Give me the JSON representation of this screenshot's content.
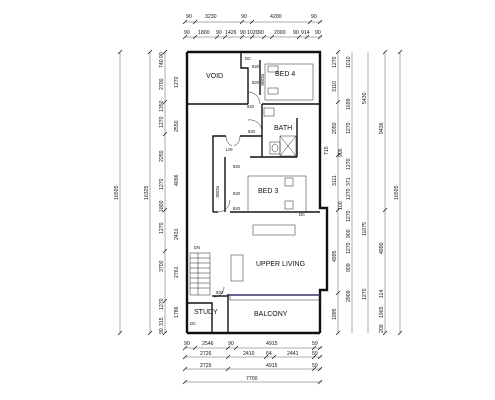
{
  "rooms": {
    "void": "VOID",
    "bed4": "BED 4",
    "bath": "BATH",
    "bed3": "BED 3",
    "upper_living": "UPPER LIVING",
    "study": "STUDY",
    "balcony": "BALCONY",
    "dn": "DN",
    "lin": "LIN",
    "robe1": "ROBE",
    "robe2": "ROBE",
    "dc1": "DC",
    "dc2": "DC",
    "dc3": "DC",
    "d820_1": "820",
    "d820_2": "820",
    "d820_3": "820",
    "d820_4": "820",
    "d820_5": "820",
    "d820_6": "820",
    "d820_7": "820",
    "d820_8": "820"
  },
  "dims": {
    "top_row1": [
      "90",
      "3230",
      "90",
      "4200",
      "90"
    ],
    "top_row2": [
      "90",
      "1800",
      "90",
      "1426",
      "90",
      "1020",
      "90",
      "2000",
      "90",
      "914",
      "90"
    ],
    "bottom_row1": [
      "90",
      "2546",
      "90",
      "4915",
      "59"
    ],
    "bottom_row2": [
      "2726",
      "2410",
      "64",
      "2441",
      "59"
    ],
    "bottom_row3": [
      "2726",
      "4915",
      "59"
    ],
    "bottom_total": "7700",
    "left_outer": "16505",
    "left_mid": "16325",
    "left_inner": [
      "90",
      "740",
      "1270",
      "2700",
      "1350",
      "1270",
      "2550",
      "2250",
      "4096",
      "1270",
      "1800",
      "2431",
      "1270",
      "3700",
      "2761",
      "1786",
      "1270",
      "315",
      "90"
    ],
    "right_inner": [
      "1270",
      "1010",
      "3110",
      "1699",
      "2050",
      "1270",
      "905",
      "715",
      "3111",
      "1270",
      "371",
      "1270",
      "100",
      "1270",
      "900",
      "4995",
      "1270",
      "909",
      "2909",
      "1995",
      "1270",
      "1965",
      "114",
      "209"
    ],
    "right_mid": [
      "5430",
      "11075"
    ],
    "right_outer": [
      "9436",
      "16505"
    ],
    "right_outer2": "4990"
  }
}
